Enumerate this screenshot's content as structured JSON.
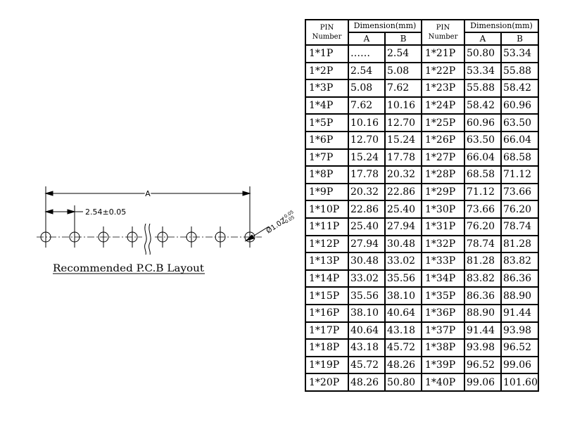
{
  "layout": {
    "dim_a_label": "A",
    "pitch_label": "2.54±0.05",
    "hole_label": "Ø1.02",
    "hole_tol_plus": "+0.05",
    "hole_tol_minus": "-0.05",
    "caption": "Recommended P.C.B Layout"
  },
  "table": {
    "pin_header_line1": "PIN",
    "pin_header_line2": "Number",
    "dim_header": "Dimension(mm)",
    "col_a": "A",
    "col_b": "B",
    "rows_left": [
      [
        "1*1P",
        "……",
        "2.54"
      ],
      [
        "1*2P",
        "2.54",
        "5.08"
      ],
      [
        "1*3P",
        "5.08",
        "7.62"
      ],
      [
        "1*4P",
        "7.62",
        "10.16"
      ],
      [
        "1*5P",
        "10.16",
        "12.70"
      ],
      [
        "1*6P",
        "12.70",
        "15.24"
      ],
      [
        "1*7P",
        "15.24",
        "17.78"
      ],
      [
        "1*8P",
        "17.78",
        "20.32"
      ],
      [
        "1*9P",
        "20.32",
        "22.86"
      ],
      [
        "1*10P",
        "22.86",
        "25.40"
      ],
      [
        "1*11P",
        "25.40",
        "27.94"
      ],
      [
        "1*12P",
        "27.94",
        "30.48"
      ],
      [
        "1*13P",
        "30.48",
        "33.02"
      ],
      [
        "1*14P",
        "33.02",
        "35.56"
      ],
      [
        "1*15P",
        "35.56",
        "38.10"
      ],
      [
        "1*16P",
        "38.10",
        "40.64"
      ],
      [
        "1*17P",
        "40.64",
        "43.18"
      ],
      [
        "1*18P",
        "43.18",
        "45.72"
      ],
      [
        "1*19P",
        "45.72",
        "48.26"
      ],
      [
        "1*20P",
        "48.26",
        "50.80"
      ]
    ],
    "rows_right": [
      [
        "1*21P",
        "50.80",
        "53.34"
      ],
      [
        "1*22P",
        "53.34",
        "55.88"
      ],
      [
        "1*23P",
        "55.88",
        "58.42"
      ],
      [
        "1*24P",
        "58.42",
        "60.96"
      ],
      [
        "1*25P",
        "60.96",
        "63.50"
      ],
      [
        "1*26P",
        "63.50",
        "66.04"
      ],
      [
        "1*27P",
        "66.04",
        "68.58"
      ],
      [
        "1*28P",
        "68.58",
        "71.12"
      ],
      [
        "1*29P",
        "71.12",
        "73.66"
      ],
      [
        "1*30P",
        "73.66",
        "76.20"
      ],
      [
        "1*31P",
        "76.20",
        "78.74"
      ],
      [
        "1*32P",
        "78.74",
        "81.28"
      ],
      [
        "1*33P",
        "81.28",
        "83.82"
      ],
      [
        "1*34P",
        "83.82",
        "86.36"
      ],
      [
        "1*35P",
        "86.36",
        "88.90"
      ],
      [
        "1*36P",
        "88.90",
        "91.44"
      ],
      [
        "1*37P",
        "91.44",
        "93.98"
      ],
      [
        "1*38P",
        "93.98",
        "96.52"
      ],
      [
        "1*39P",
        "96.52",
        "99.06"
      ],
      [
        "1*40P",
        "99.06",
        "101.60"
      ]
    ]
  }
}
